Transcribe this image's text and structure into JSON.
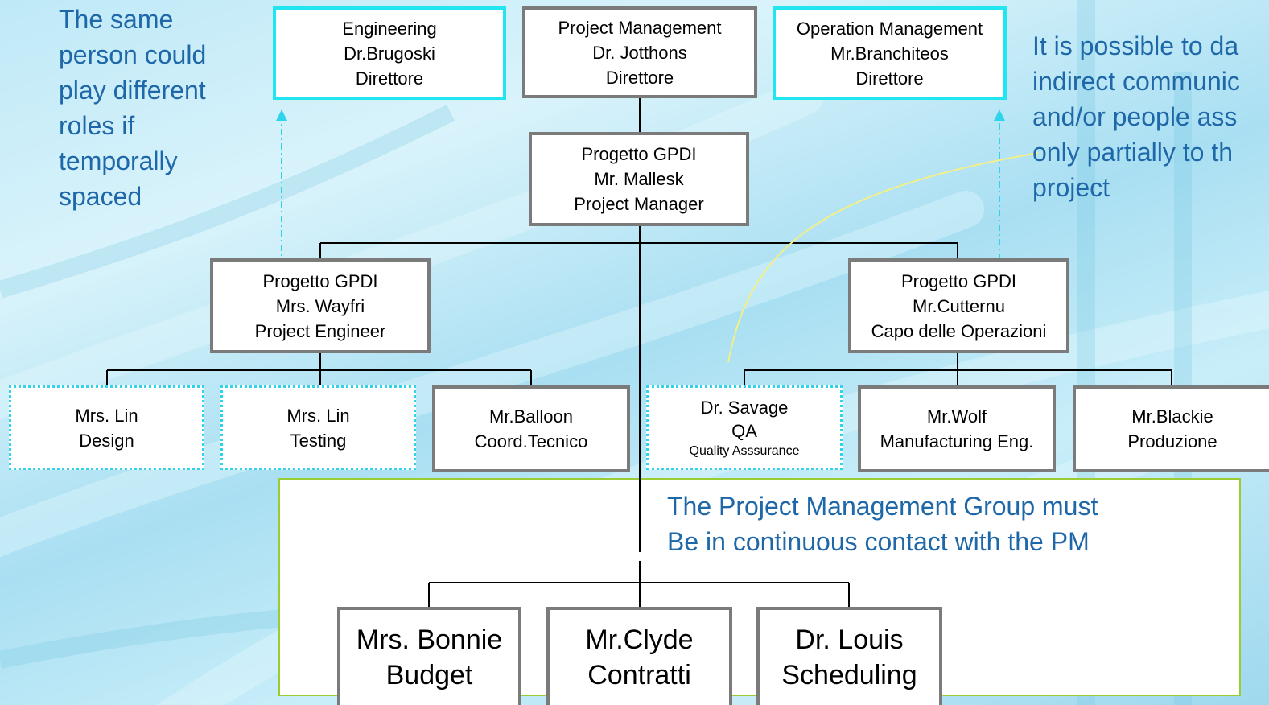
{
  "note_left": [
    "The same",
    "person could",
    "play different",
    "roles if",
    "temporally",
    "spaced"
  ],
  "note_right": [
    "It is possible to da",
    "indirect communic",
    "and/or people ass",
    "only partially to th",
    "project"
  ],
  "note_group": [
    "The  Project Management Group must",
    "Be in continuous contact with the PM"
  ],
  "top": {
    "engineering": [
      "Engineering",
      "Dr.Brugoski",
      "Direttore"
    ],
    "project_management": [
      "Project Management",
      "Dr. Jotthons",
      "Direttore"
    ],
    "operation_management": [
      "Operation Management",
      "Mr.Branchiteos",
      "Direttore"
    ]
  },
  "pm": [
    "Progetto GPDI",
    "Mr. Mallesk",
    "Project Manager"
  ],
  "engineer": [
    "Progetto GPDI",
    "Mrs. Wayfri",
    "Project Engineer"
  ],
  "operations": [
    "Progetto GPDI",
    "Mr.Cutternu",
    "Capo delle Operazioni"
  ],
  "staff": {
    "lin_design": [
      "Mrs. Lin",
      "Design"
    ],
    "lin_testing": [
      "Mrs. Lin",
      "Testing"
    ],
    "balloon": [
      "Mr.Balloon",
      "Coord.Tecnico"
    ],
    "savage": [
      "Dr. Savage",
      "QA",
      "Quality Asssurance"
    ],
    "wolf": [
      "Mr.Wolf",
      "Manufacturing Eng."
    ],
    "blackie": [
      "Mr.Blackie",
      "Produzione"
    ]
  },
  "group": {
    "bonnie": [
      "Mrs. Bonnie",
      "Budget"
    ],
    "clyde": [
      "Mr.Clyde",
      "Contratti"
    ],
    "louis": [
      "Dr. Louis",
      "Scheduling"
    ]
  },
  "colors": {
    "note_text": "#1e67a8",
    "solid_border": "#7b7b7b",
    "cyan_border": "#22e5f2",
    "dotted_border": "#2fd3ec",
    "group_border": "#9acd32",
    "curve": "#f4ef86"
  }
}
